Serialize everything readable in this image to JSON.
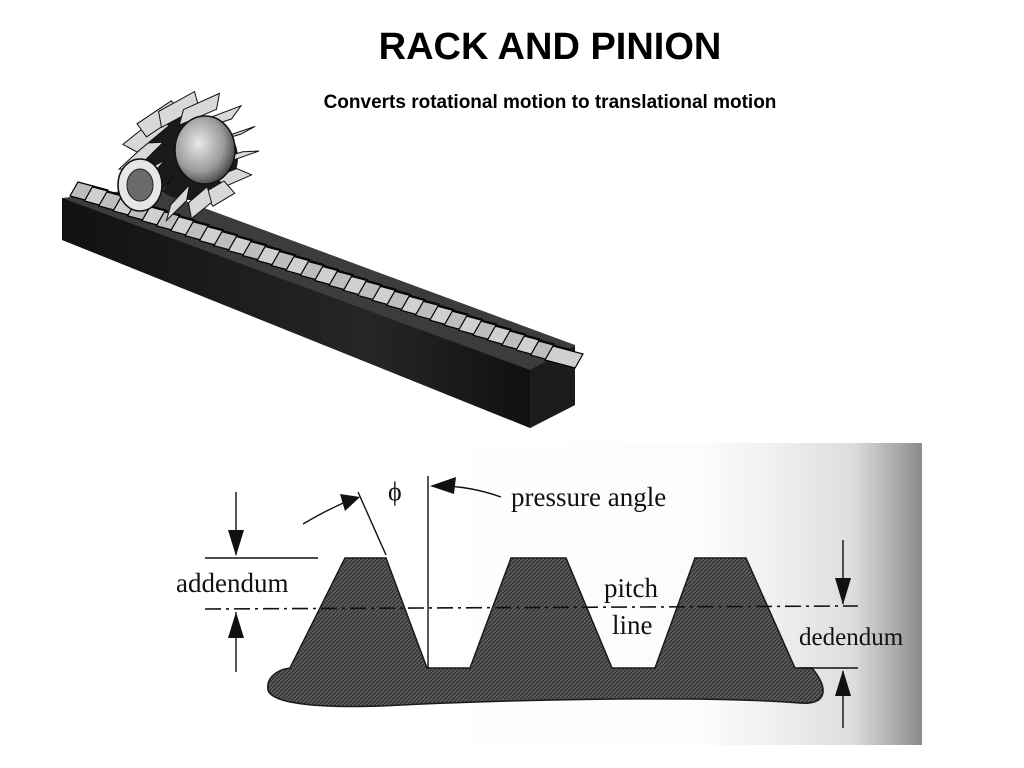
{
  "title": "RACK AND PINION",
  "subtitle": "Converts rotational motion to translational motion",
  "diagram": {
    "phi": "ϕ",
    "pressure_angle": "pressure angle",
    "addendum": "addendum",
    "pitch": "pitch",
    "line": "line",
    "dedendum": "dedendum"
  }
}
